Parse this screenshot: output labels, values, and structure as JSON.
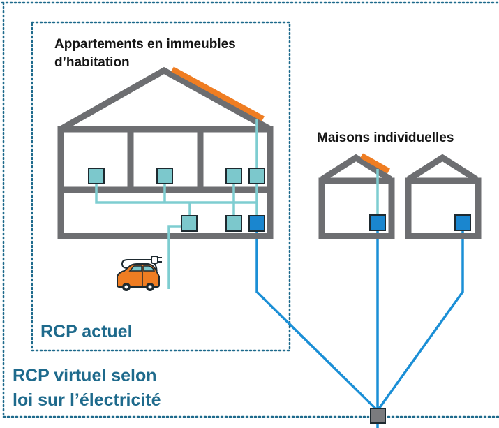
{
  "labels": {
    "apartments_line1": "Appartements en immeubles",
    "apartments_line2": "d’habitation",
    "houses": "Maisons individuelles",
    "rcp_current": "RCP actuel",
    "rcp_virtual_line1": "RCP virtuel selon",
    "rcp_virtual_line2": "loi sur l’électricité"
  },
  "colors": {
    "wall": "#6d6e71",
    "solar_panel": "#ef7d22",
    "internal_wire": "#7ecdd1",
    "grid_wire": "#1b8fd6",
    "meter_internal": "#7cc8cc",
    "meter_grid": "#1a86cf",
    "grid_connection": "#7a7b7e",
    "boundary_dots": "#1e6a8c",
    "car": "#ef7d22"
  },
  "icons": [
    "house-icon",
    "solar-panel-icon",
    "meter-icon",
    "electric-car-icon",
    "plug-icon",
    "grid-connection-icon"
  ]
}
